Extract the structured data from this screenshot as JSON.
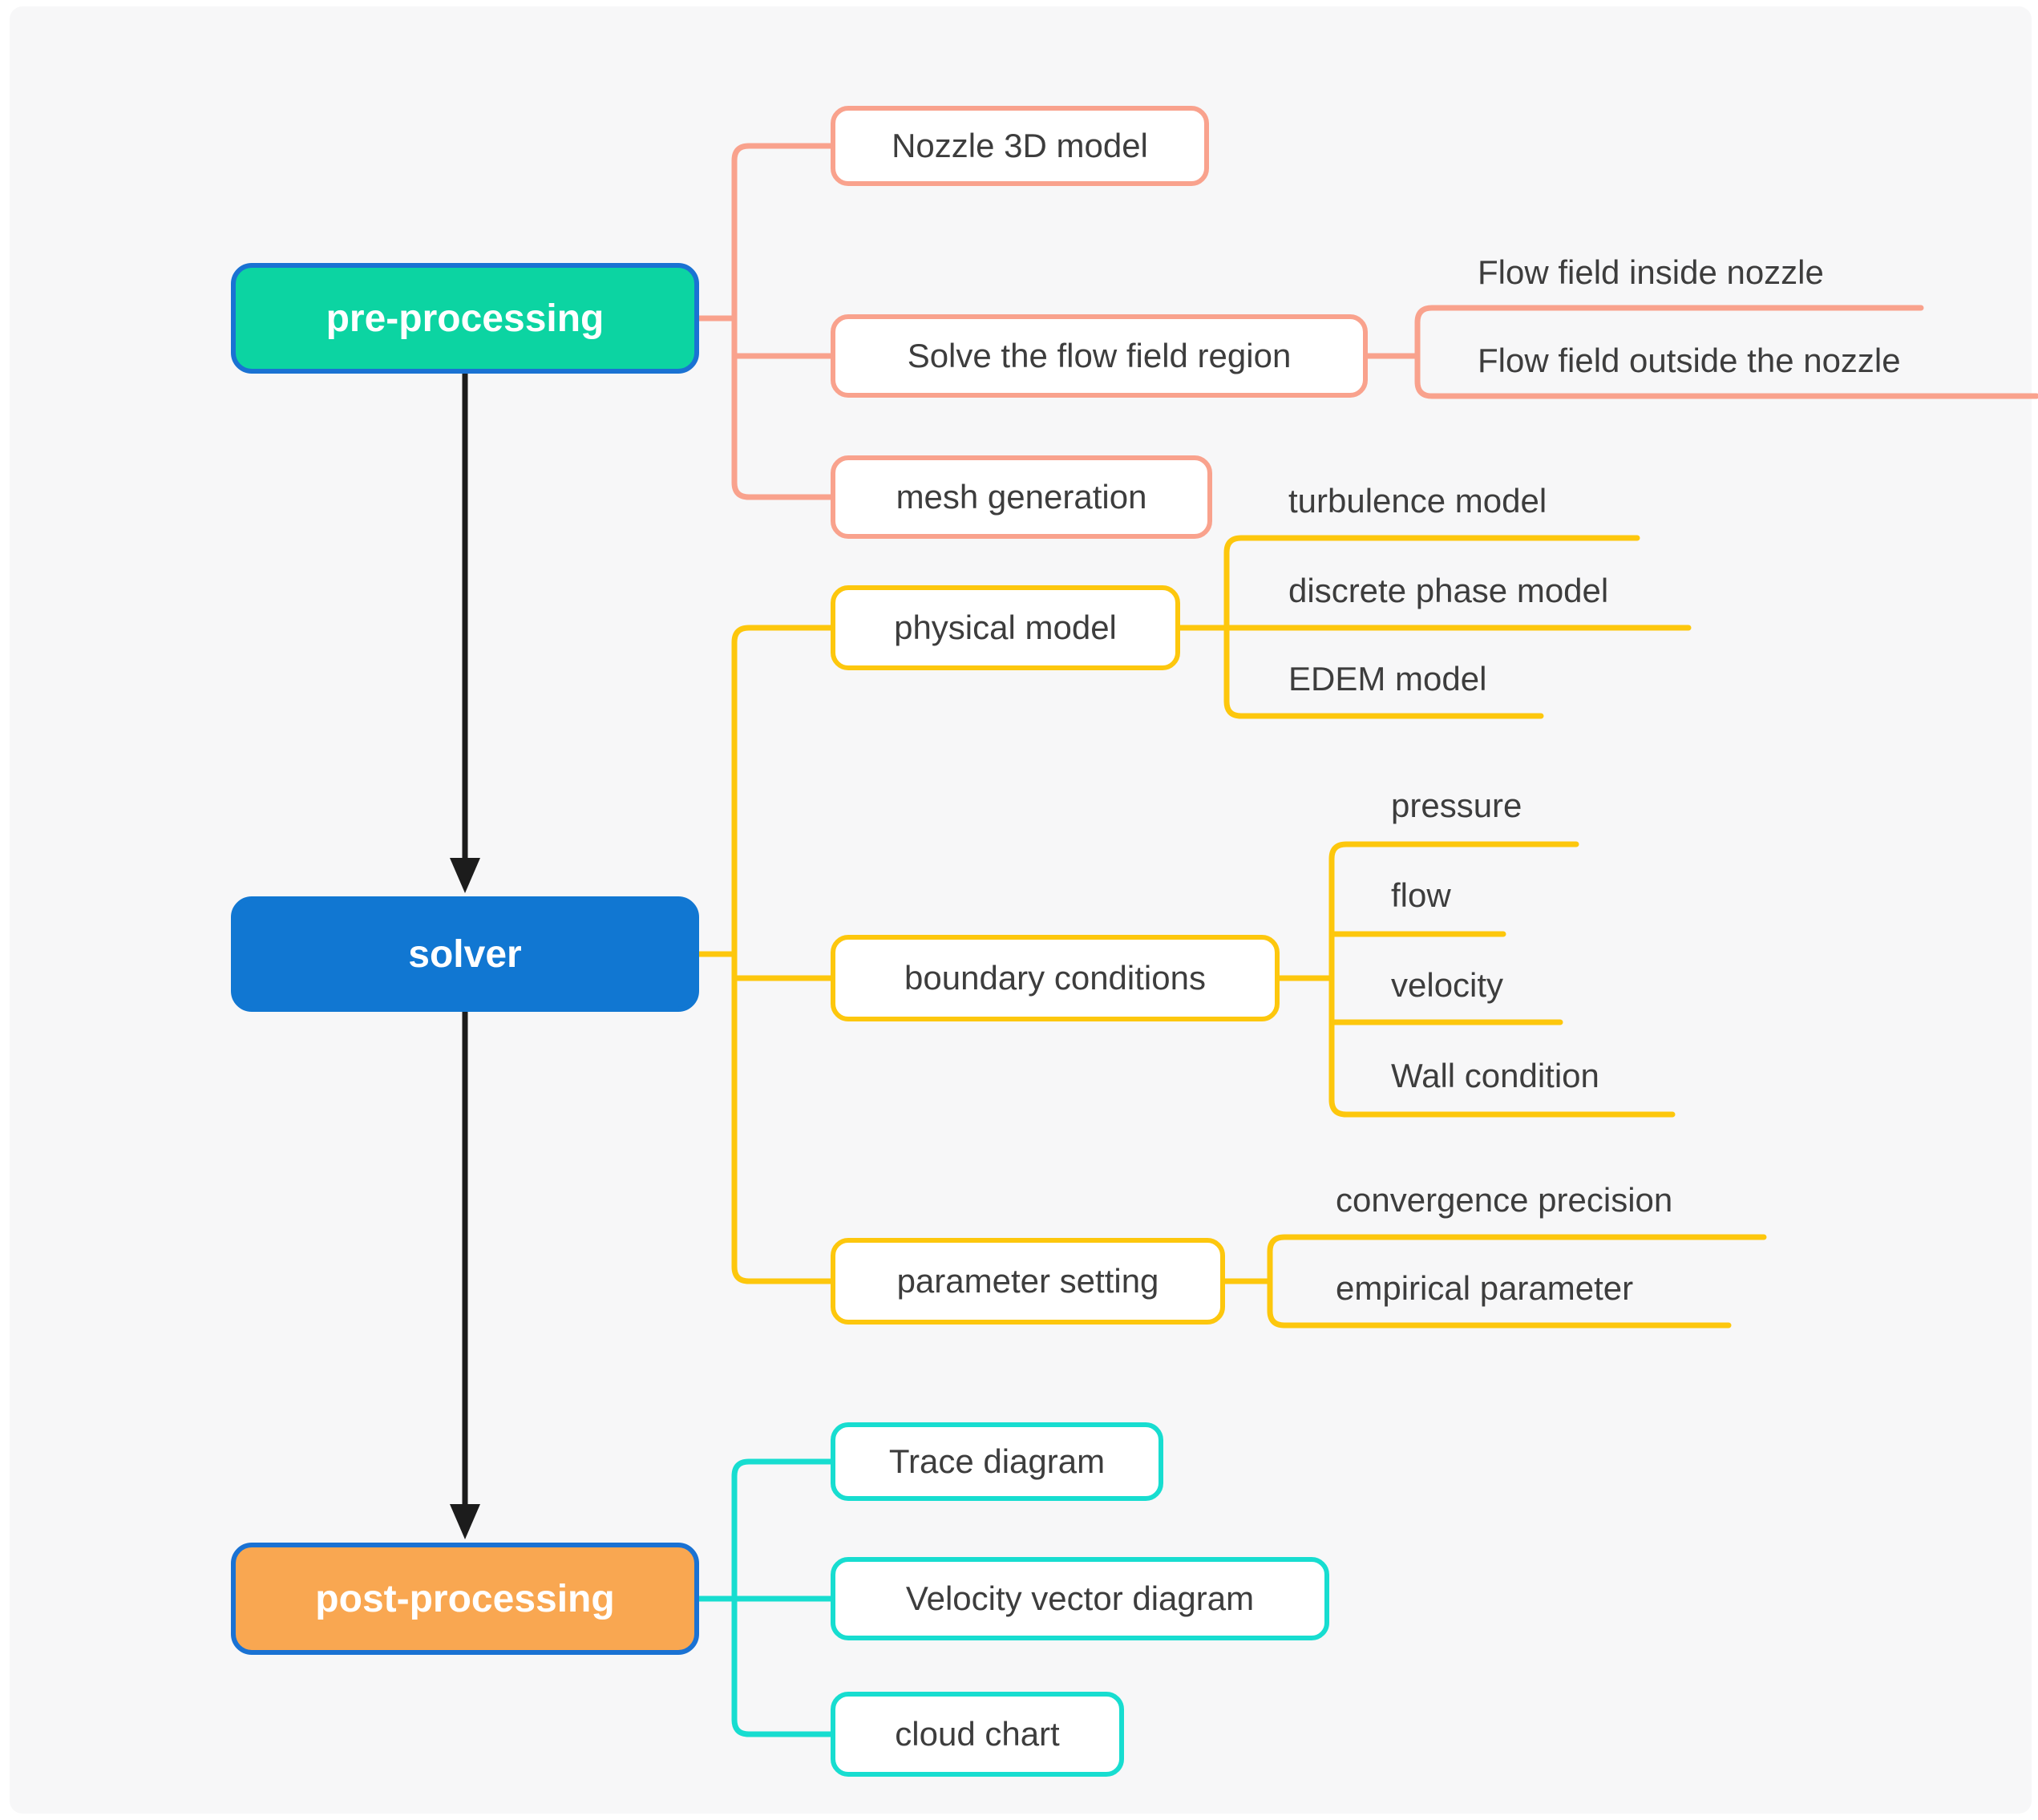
{
  "palette": {
    "canvas-bg": "#f7f7f8",
    "main-border": "#1a72d3",
    "pre-fill": "#0cd4a2",
    "solver-fill": "#1177d2",
    "post-fill": "#f9a751",
    "salmon": "#f9a28d",
    "yellow": "#fdc70d",
    "cyan": "#17ddd0",
    "box-bg": "#ffffff",
    "box-text": "#3d3d3d",
    "main-text": "#ffffff",
    "arrow-black": "#1c1c1c"
  },
  "diagram": {
    "stages": [
      {
        "label": "pre-processing",
        "children": [
          {
            "label": "Nozzle 3D model"
          },
          {
            "label": "Solve the flow field region",
            "leaves": [
              {
                "label": "Flow field inside nozzle"
              },
              {
                "label": "Flow field outside the nozzle"
              }
            ]
          },
          {
            "label": "mesh generation"
          }
        ]
      },
      {
        "label": "solver",
        "children": [
          {
            "label": "physical model",
            "leaves": [
              {
                "label": "turbulence model"
              },
              {
                "label": "discrete phase model"
              },
              {
                "label": "EDEM model"
              }
            ]
          },
          {
            "label": "boundary conditions",
            "leaves": [
              {
                "label": "pressure"
              },
              {
                "label": "flow"
              },
              {
                "label": "velocity"
              },
              {
                "label": "Wall condition"
              }
            ]
          },
          {
            "label": "parameter setting",
            "leaves": [
              {
                "label": "convergence precision"
              },
              {
                "label": "empirical parameter"
              }
            ]
          }
        ]
      },
      {
        "label": "post-processing",
        "children": [
          {
            "label": "Trace diagram"
          },
          {
            "label": "Velocity vector diagram"
          },
          {
            "label": "cloud chart"
          }
        ]
      }
    ]
  }
}
